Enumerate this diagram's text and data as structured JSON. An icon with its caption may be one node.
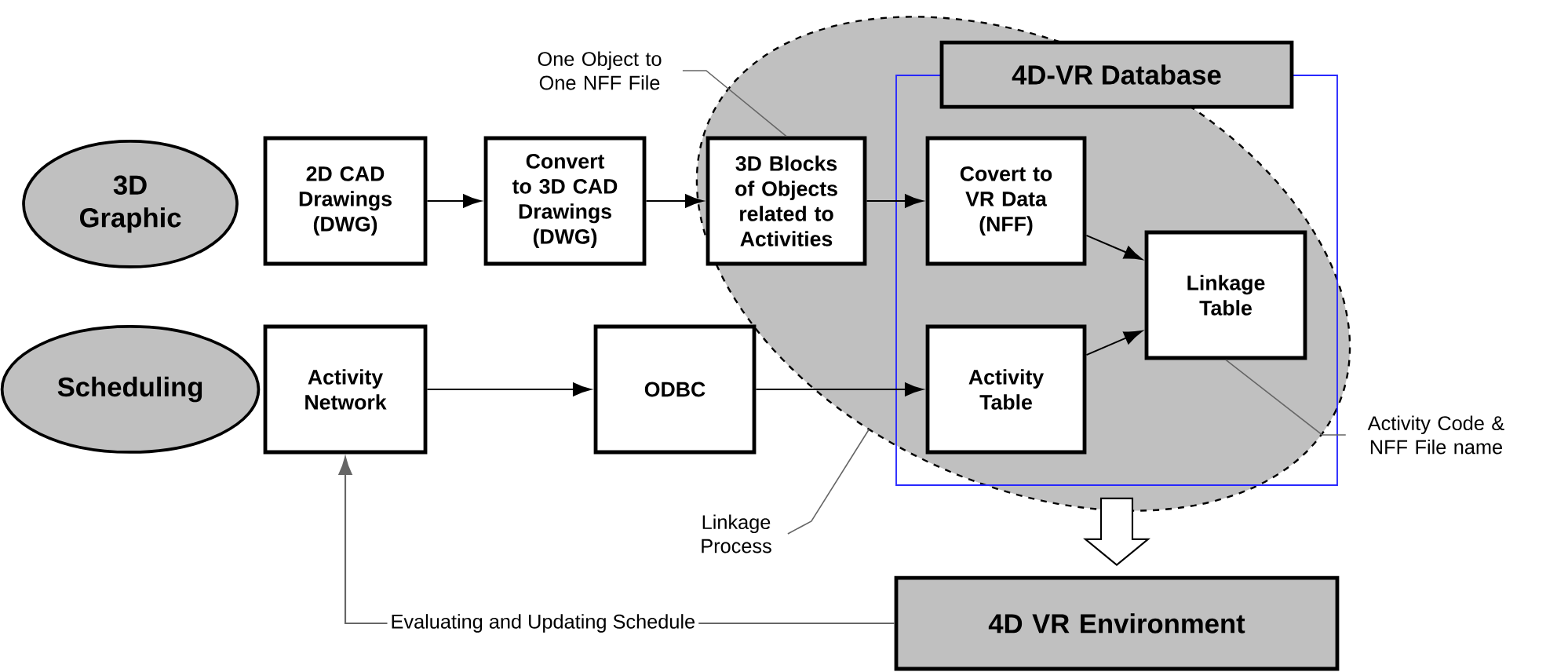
{
  "diagram": {
    "nodes": [
      {
        "text": [
          "3D Graphic"
        ]
      },
      {
        "text": [
          "2D CAD Drawings (DWG)"
        ]
      },
      {
        "text": [
          "Convert to 3D CAD Drawings (DWG)"
        ]
      },
      {
        "text": [
          "One Object to One NFF File"
        ]
      },
      {
        "text": [
          "3D Blocks of Objects related to Activities"
        ]
      },
      {
        "text": [
          "4D-VR Database"
        ]
      },
      {
        "text": [
          "Covert to VR Data (NFF)"
        ],
        "in": 5
      },
      {
        "text": [
          "Linkage Table"
        ],
        "in": 5
      },
      {
        "text": [
          "Activity Table"
        ],
        "in": 5
      },
      {
        "text": [
          "Scheduling"
        ]
      },
      {
        "text": [
          "Activity Network"
        ]
      },
      {
        "text": [
          "ODBC"
        ]
      },
      {
        "text": [
          "Activity Code & NFF File name"
        ]
      },
      {
        "text": [
          "Linkage Process"
        ]
      },
      {
        "text": [
          "4D VR Environment"
        ]
      }
    ],
    "edges": [
      {
        "from": 1,
        "to": 2,
        "arrow": "to"
      },
      {
        "from": 2,
        "to": 4,
        "arrow": "to"
      },
      {
        "from": 4,
        "to": 6,
        "arrow": "to"
      },
      {
        "from": 10,
        "to": 11,
        "arrow": "to"
      },
      {
        "from": 11,
        "to": 8,
        "arrow": "to"
      },
      {
        "from": 6,
        "to": 7,
        "arrow": "to"
      },
      {
        "from": 8,
        "to": 7,
        "arrow": "to"
      },
      {
        "from": 14,
        "to": 10,
        "arrow": "to",
        "label": "Evaluating and Updating Schedule",
        "color": "#666666"
      },
      {
        "from": 5,
        "to": 14,
        "arrow": "to",
        "style": "thick"
      },
      {
        "from": 3,
        "to": 4,
        "arrow": "none",
        "color": "#666666"
      },
      {
        "from": 12,
        "to": 7,
        "arrow": "none",
        "color": "#666666"
      },
      {
        "from": 13,
        "to": null,
        "arrow": "none",
        "color": "#666666"
      }
    ]
  }
}
